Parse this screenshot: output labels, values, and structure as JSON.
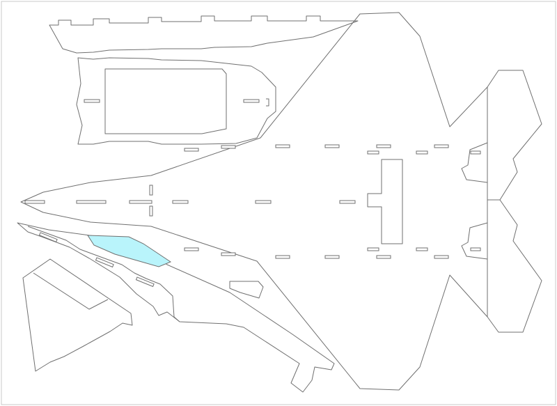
{
  "sheet": {
    "line_color": "#6f6f6f",
    "canopy_color": "#b9f4fb",
    "background": "#ffffff",
    "border_color": "#c9c9c9"
  },
  "parts": [
    {
      "name": "top-fuselage-part",
      "role": "main fuselage and wings outline"
    },
    {
      "name": "vertical-stabilizer-strip-part",
      "role": "top-left tabbed strip"
    },
    {
      "name": "cockpit-frame-part",
      "role": "rectangle frame with side tabs"
    },
    {
      "name": "side-fuselage-part",
      "role": "diagonal side profile with canopy"
    },
    {
      "name": "triangular-fin-part",
      "role": "bottom-left triangular piece"
    },
    {
      "name": "small-tab-part",
      "role": "small center tab block"
    }
  ]
}
